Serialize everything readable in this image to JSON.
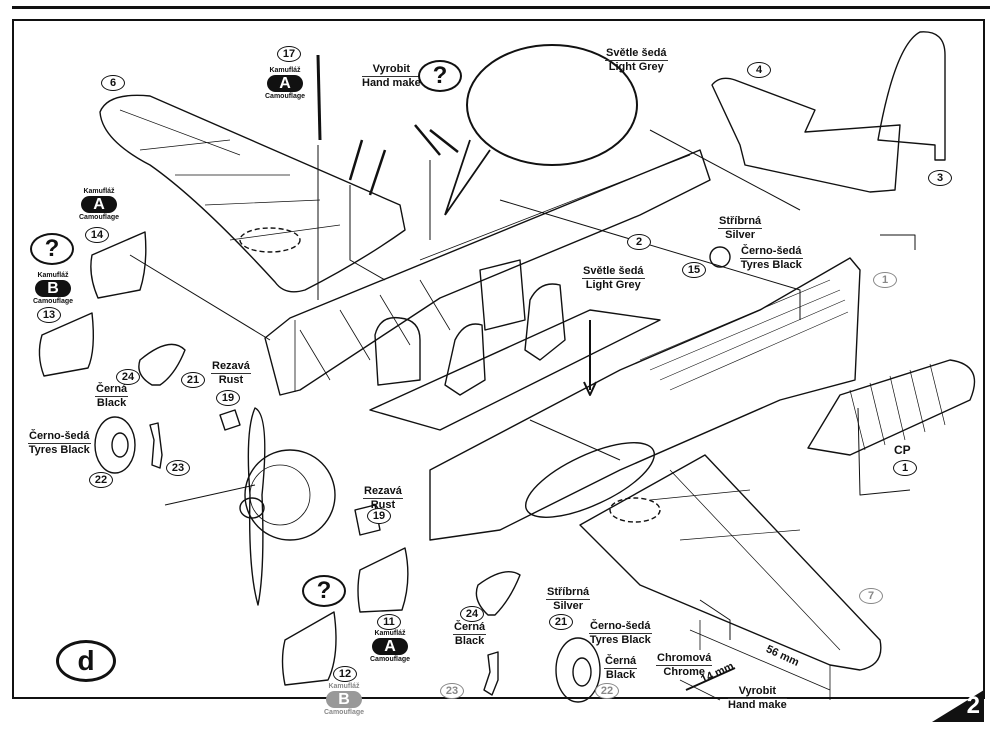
{
  "sheet": {
    "step_letter": "d",
    "page_number": "2"
  },
  "paint_labels": {
    "light_grey_canopy": {
      "cz": "Světle šedá",
      "en": "Light Grey"
    },
    "light_grey_cockpit": {
      "cz": "Světle šedá",
      "en": "Light Grey"
    },
    "silver_tailwheel": {
      "cz": "Stříbrná",
      "en": "Silver"
    },
    "tyres_tailwheel": {
      "cz": "Černo-šedá",
      "en": "Tyres Black"
    },
    "handmake_top": {
      "cz": "Vyrobit",
      "en": "Hand make"
    },
    "rust_upper": {
      "cz": "Rezavá",
      "en": "Rust"
    },
    "rust_lower": {
      "cz": "Rezavá",
      "en": "Rust"
    },
    "black_left_leg": {
      "cz": "Černá",
      "en": "Black"
    },
    "tyres_left": {
      "cz": "Černo-šedá",
      "en": "Tyres Black"
    },
    "black_right_leg": {
      "cz": "Černá",
      "en": "Black"
    },
    "silver_right": {
      "cz": "Stříbrná",
      "en": "Silver"
    },
    "tyres_right": {
      "cz": "Černo-šedá",
      "en": "Tyres Black"
    },
    "black_right_hub": {
      "cz": "Černá",
      "en": "Black"
    },
    "chrome": {
      "cz": "Chromová",
      "en": "Chrome"
    },
    "handmake_bottom": {
      "cz": "Vyrobit",
      "en": "Hand make"
    }
  },
  "camouflage_badges": [
    {
      "part": "17",
      "cz": "Kamufláž",
      "letter": "A",
      "en": "Camouflage"
    },
    {
      "part": "14",
      "cz": "Kamufláž",
      "letter": "A",
      "en": "Camouflage"
    },
    {
      "part": "13",
      "cz": "Kamufláž",
      "letter": "B",
      "en": "Camouflage"
    },
    {
      "part": "11",
      "cz": "Kamufláž",
      "letter": "A",
      "en": "Camouflage"
    },
    {
      "part": "12",
      "cz": "Kamufláž",
      "letter": "B",
      "en": "Camouflage"
    }
  ],
  "part_numbers": {
    "p1": "1",
    "p1b": "1",
    "p2": "2",
    "p3": "3",
    "p4": "4",
    "p6": "6",
    "p7": "7",
    "p11": "11",
    "p12": "12",
    "p13": "13",
    "p14": "14",
    "p15": "15",
    "p17": "17",
    "p19a": "19",
    "p19b": "19",
    "p21a": "21",
    "p21b": "21",
    "p22a": "22",
    "p22b": "22",
    "p23a": "23",
    "p23b": "23",
    "p24a": "24",
    "p24b": "24"
  },
  "canopy_code": "CP",
  "unknown_marker": "?",
  "dimensions": {
    "wire_length": "14 mm",
    "span_length": "56 mm"
  }
}
